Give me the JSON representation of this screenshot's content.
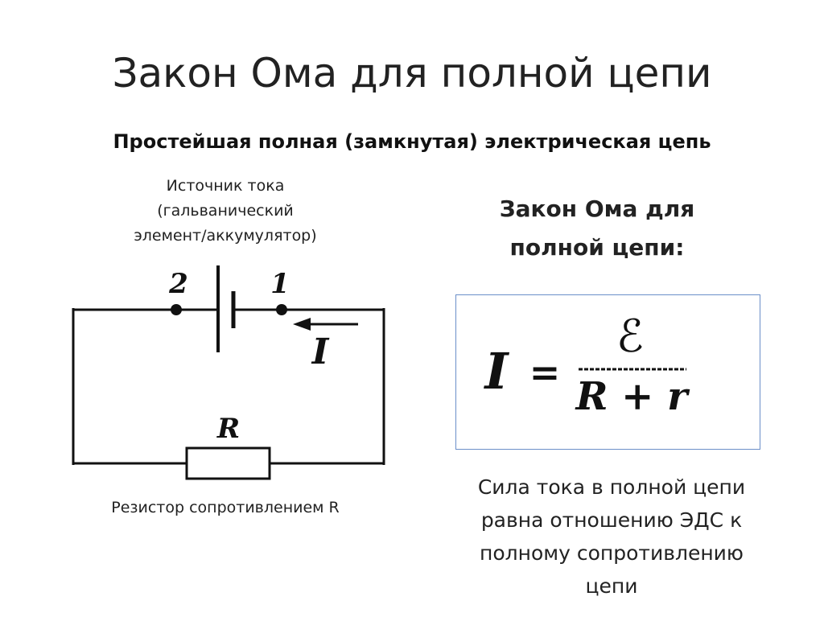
{
  "title": "Закон Ома для полной цепи",
  "subtitle": "Простейшая полная (замкнутая) электрическая цепь",
  "source_label": [
    "Источник тока",
    "(гальванический",
    "элемент/аккумулятор)"
  ],
  "law_heading": [
    "Закон Ома для",
    "полной цепи:"
  ],
  "formula": {
    "lhs": "I",
    "equals": "=",
    "numerator": "ℰ",
    "denominator": "R + r"
  },
  "circuit": {
    "node_left_label": "2",
    "node_right_label": "1",
    "current_label": "I",
    "resistor_label": "R"
  },
  "resistor_caption": "Резистор сопротивлением R",
  "description": [
    "Сила тока в полной цепи",
    "равна отношению ЭДС к",
    "полному сопротивлению",
    "цепи"
  ]
}
